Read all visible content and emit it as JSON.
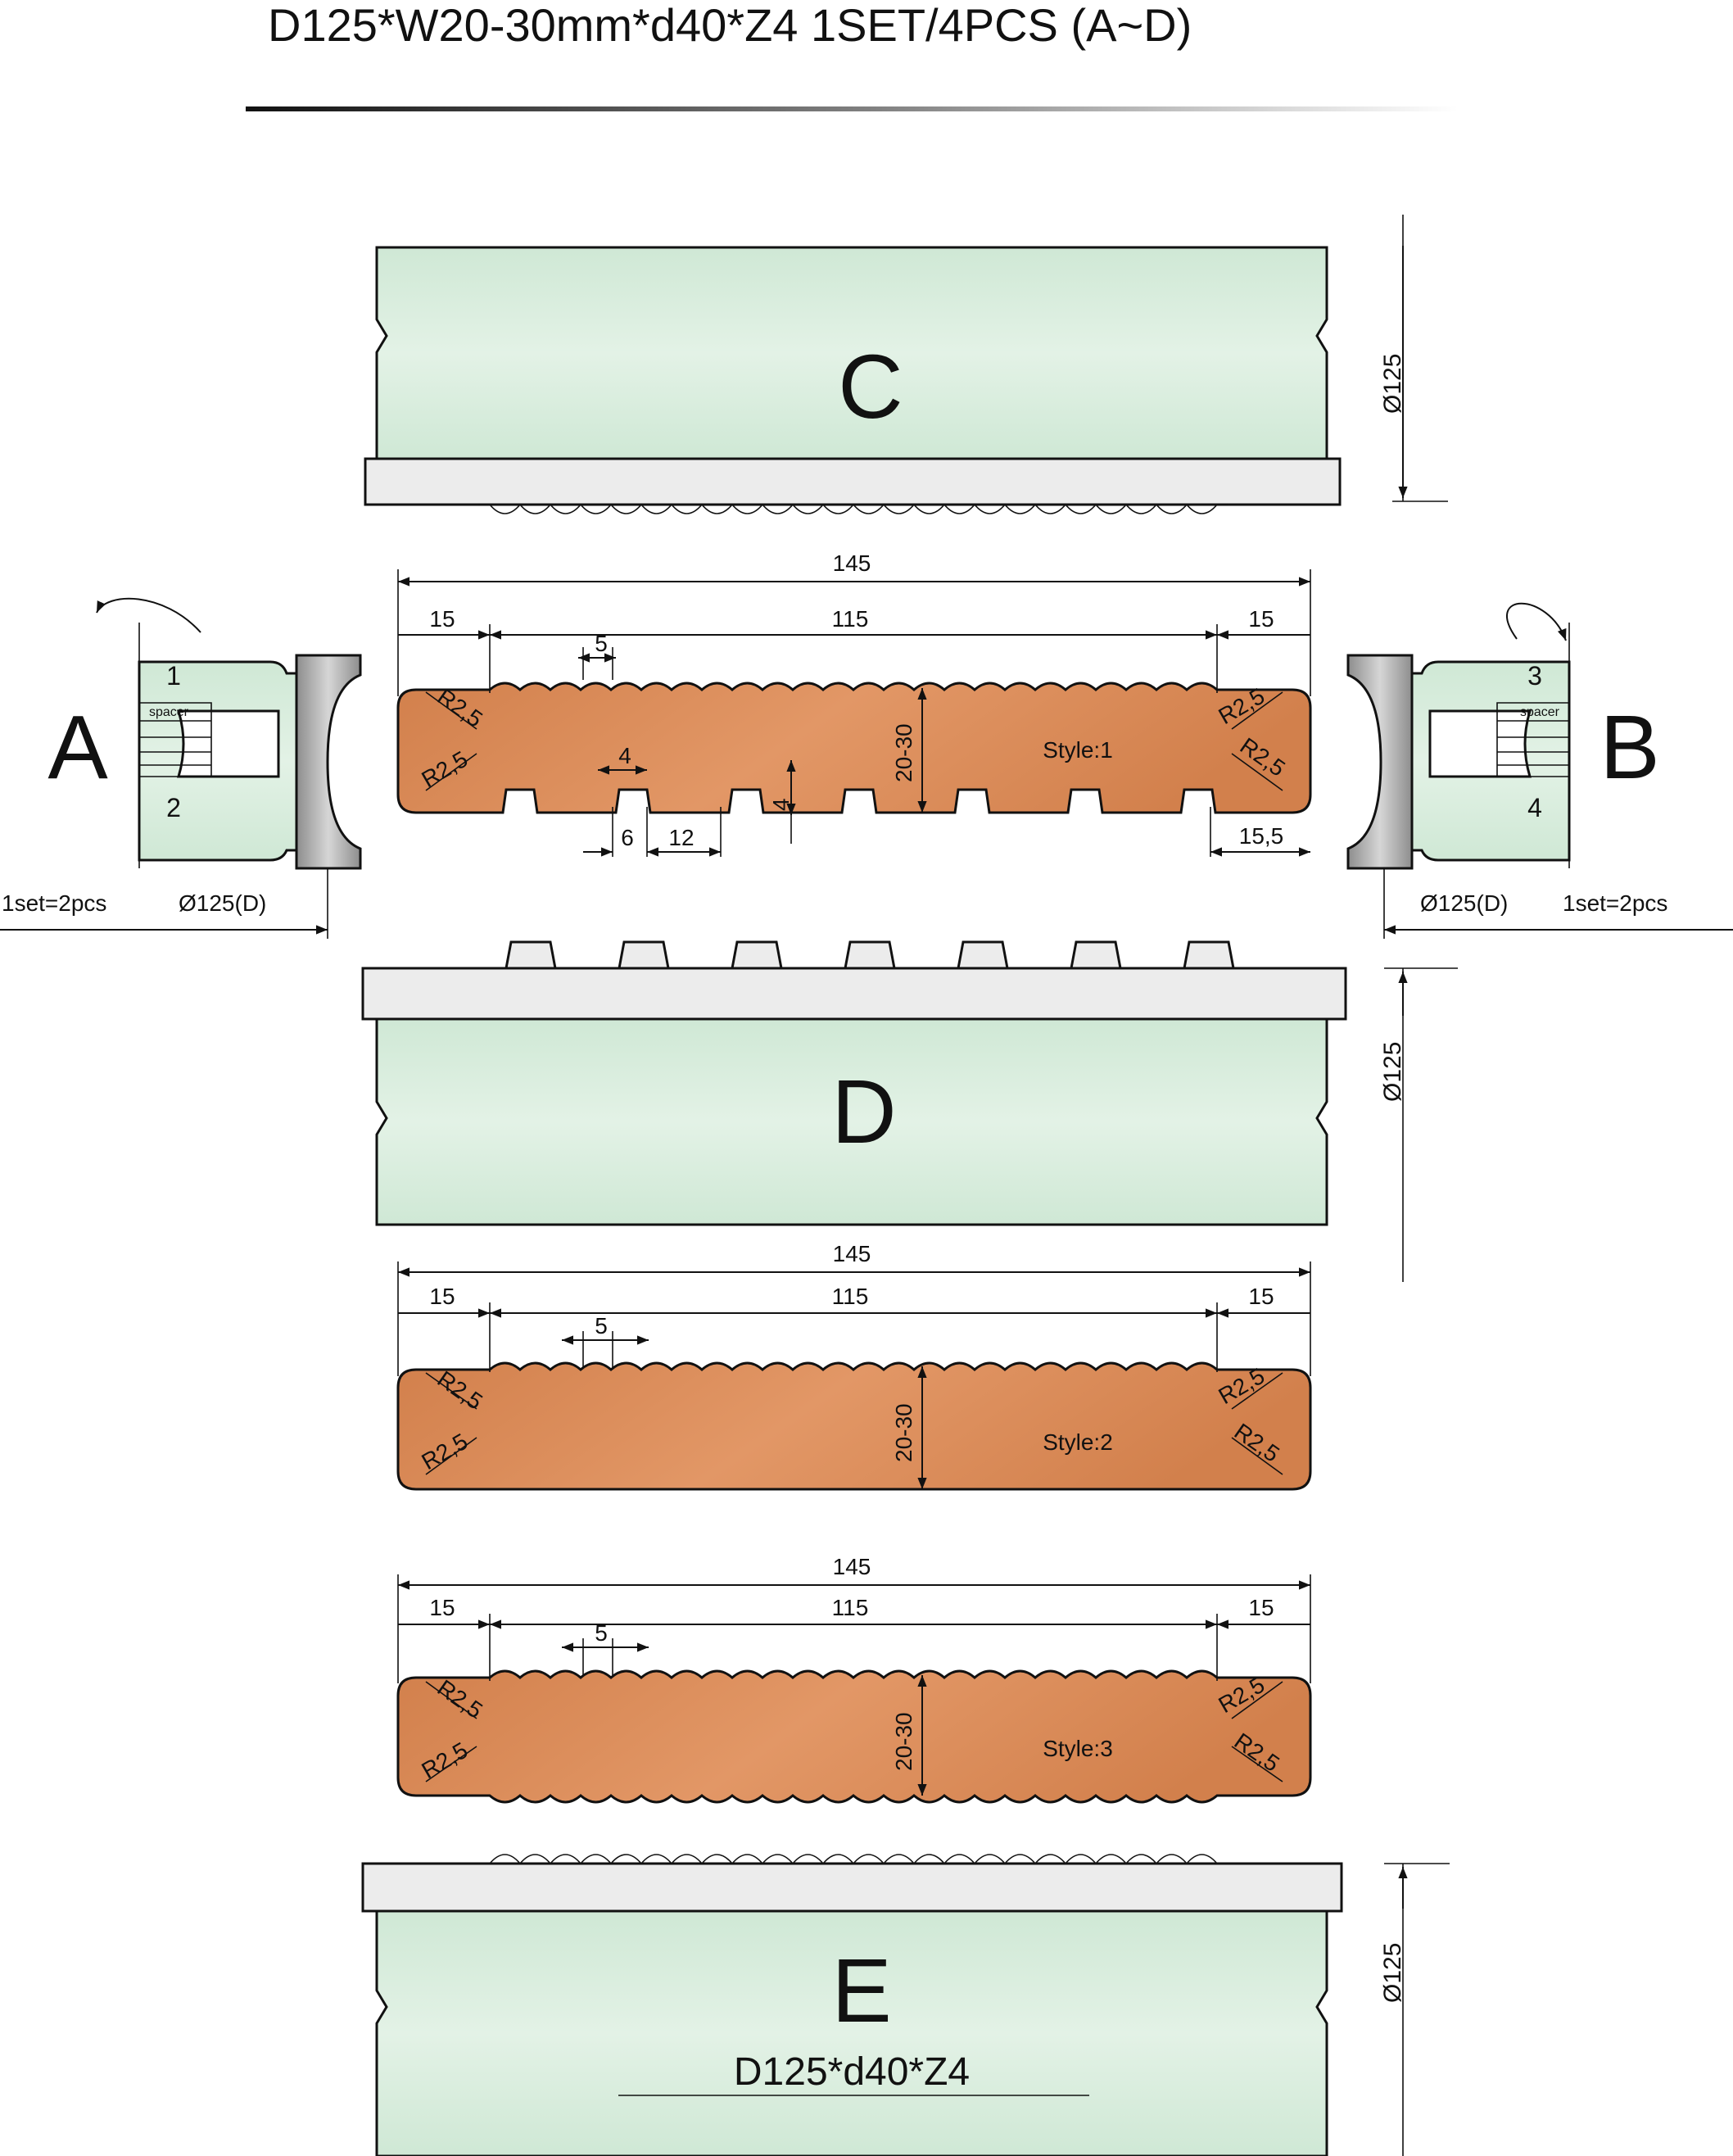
{
  "header": {
    "title": "D125*W20-30mm*d40*Z4 1SET/4PCS (A~D)"
  },
  "cutters": {
    "c": {
      "letter": "C",
      "diameter": "Ø125"
    },
    "d": {
      "letter": "D",
      "diameter": "Ø125"
    },
    "e": {
      "letter": "E",
      "diameter": "Ø125",
      "spec": "D125*d40*Z4"
    }
  },
  "side_cutters": {
    "a": {
      "letter": "A",
      "num_top": "1",
      "num_bottom": "2",
      "spacer": "spacer",
      "set_label": "1set=2pcs",
      "diameter": "Ø125(D)"
    },
    "b": {
      "letter": "B",
      "num_top": "3",
      "num_bottom": "4",
      "spacer": "spacer",
      "set_label": "1set=2pcs",
      "diameter": "Ø125(D)"
    }
  },
  "profiles": [
    {
      "style": "Style:1",
      "total": "145",
      "edge_left": "15",
      "middle": "115",
      "edge_right": "15",
      "pitch": "5",
      "height": "20-30",
      "radius": "R2,5",
      "groove_width": "4",
      "groove_depth": "4",
      "groove_gap_a": "6",
      "groove_gap_b": "12",
      "groove_end": "15,5"
    },
    {
      "style": "Style:2",
      "total": "145",
      "edge_left": "15",
      "middle": "115",
      "edge_right": "15",
      "pitch": "5",
      "height": "20-30",
      "radius": "R2,5"
    },
    {
      "style": "Style:3",
      "total": "145",
      "edge_left": "15",
      "middle": "115",
      "edge_right": "15",
      "pitch": "5",
      "height": "20-30",
      "radius": "R2,5"
    }
  ],
  "colors": {
    "wood": "#d98a56",
    "cutter_body": "#d6ebdc",
    "plate": "#ececec",
    "line": "#111111"
  }
}
